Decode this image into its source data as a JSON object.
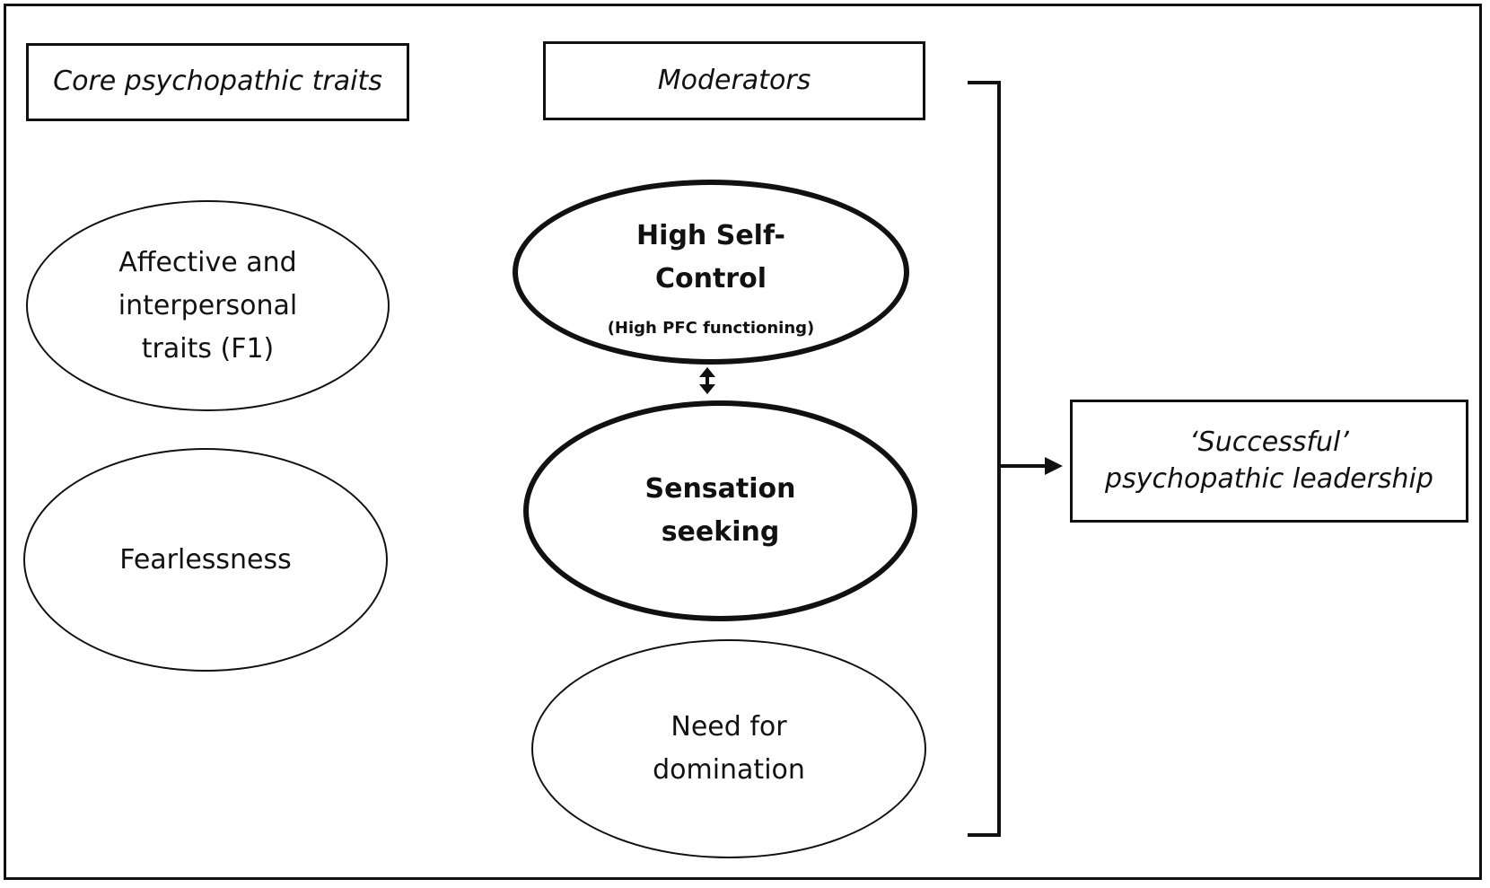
{
  "headers": {
    "core": "Core psychopathic traits",
    "moderators": "Moderators"
  },
  "core_traits": [
    {
      "label": "Affective and interpersonal traits (F1)"
    },
    {
      "label": "Fearlessness"
    }
  ],
  "moderators": [
    {
      "label": "High Self-Control",
      "sub": "(High PFC functioning)"
    },
    {
      "label": "Sensation seeking"
    },
    {
      "label": "Need for domination"
    }
  ],
  "outcome": {
    "label": "‘Successful’ psychopathic leadership"
  },
  "colors": {
    "stroke": "#111111",
    "background": "#ffffff"
  }
}
